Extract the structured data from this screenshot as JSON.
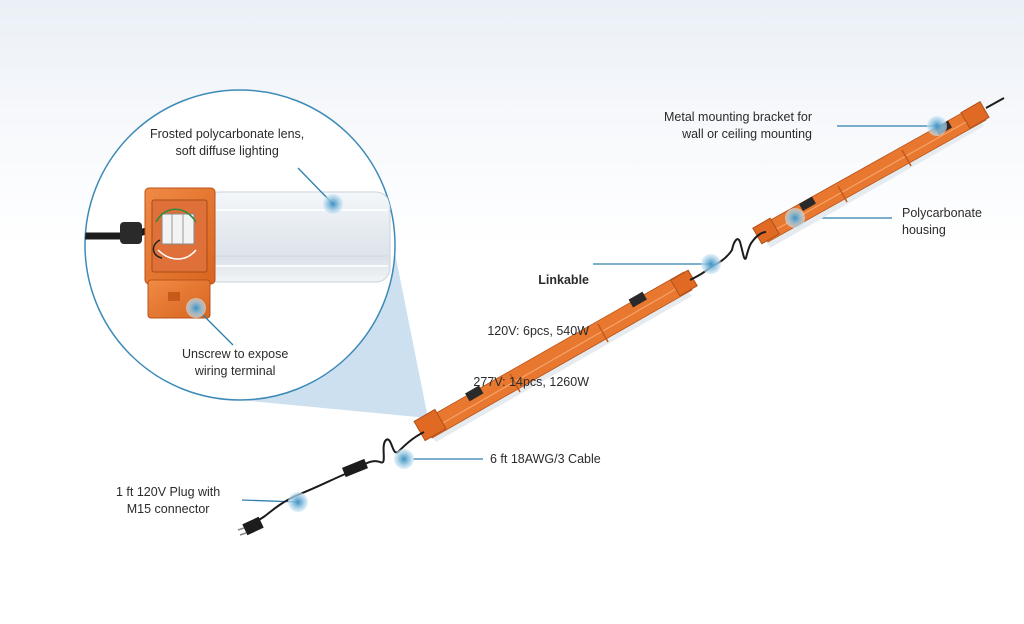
{
  "callouts": {
    "lens": "Frosted polycarbonate lens,\nsoft diffuse lighting",
    "unscrew": "Unscrew to expose\nwiring terminal",
    "bracket": "Metal mounting bracket for\nwall or ceiling mounting",
    "housing": "Polycarbonate\nhousing",
    "linkable_title": "Linkable",
    "linkable_120": "120V: 6pcs, 540W",
    "linkable_277": "277V: 14pcs, 1260W",
    "cable": "6 ft 18AWG/3 Cable",
    "plug": "1 ft 120V Plug with\nM15 connector"
  },
  "colors": {
    "accent": "#2f7fae",
    "housing_orange": "#e8782f",
    "housing_dark": "#b9531a",
    "lens": "#e9eef3",
    "cable": "#1c1c1c",
    "bracket": "#2a2a2a"
  }
}
